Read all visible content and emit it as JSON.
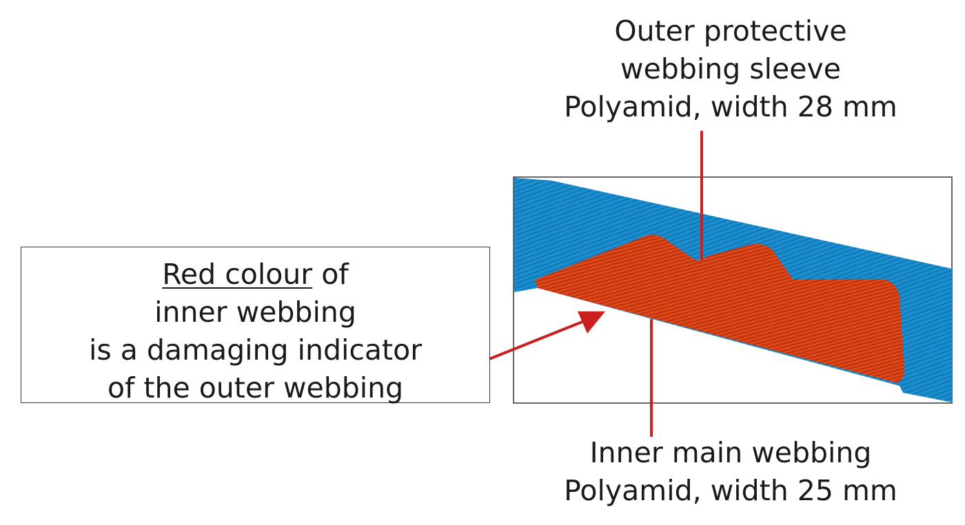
{
  "outer_label": [
    "Outer protective",
    "webbing sleeve",
    "Polyamid, width 28 mm"
  ],
  "inner_label": [
    "Inner main webbing",
    "Polyamid, width 25 mm"
  ],
  "indicator_box": {
    "underlined": "Red colour",
    "line1_rest": " of",
    "line2": "inner webbing",
    "line3": "is a damaging indicator",
    "line4": "of the outer webbing"
  },
  "colors": {
    "outer_webbing": "#1a8fd0",
    "inner_webbing": "#e0481a",
    "leader_lines": "#cc1f1f"
  }
}
